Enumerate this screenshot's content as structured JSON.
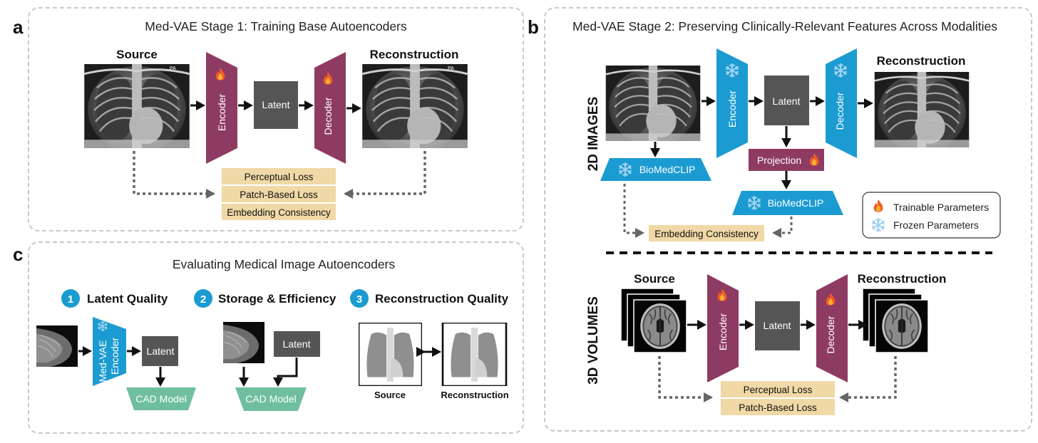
{
  "panel_a": {
    "label": "a",
    "title": "Med-VAE Stage 1: Training Base Autoencoders",
    "source": "Source",
    "reconstruction": "Reconstruction",
    "encoder": "Encoder",
    "latent": "Latent",
    "decoder": "Decoder",
    "xray_marker": "PA",
    "losses": [
      "Perceptual Loss",
      "Patch-Based Loss",
      "Embedding Consistency"
    ]
  },
  "panel_b": {
    "label": "b",
    "title": "Med-VAE Stage 2: Preserving Clinically-Relevant Features Across Modalities",
    "images_2d": "2D IMAGES",
    "volumes_3d": "3D VOLUMES",
    "encoder": "Encoder",
    "latent": "Latent",
    "decoder": "Decoder",
    "reconstruction": "Reconstruction",
    "projection": "Projection",
    "biomedclip": "BioMedCLIP",
    "embedding_consistency": "Embedding Consistency",
    "source": "Source",
    "losses_3d": [
      "Perceptual Loss",
      "Patch-Based Loss"
    ],
    "legend": {
      "trainable": "Trainable Parameters",
      "frozen": "Frozen Parameters"
    }
  },
  "panel_c": {
    "label": "c",
    "title": "Evaluating Medical Image Autoencoders",
    "sections": [
      {
        "num": "1",
        "title": "Latent Quality"
      },
      {
        "num": "2",
        "title": "Storage & Efficiency"
      },
      {
        "num": "3",
        "title": "Reconstruction Quality"
      }
    ],
    "medvae": "Med-VAE",
    "encoder": "Encoder",
    "latent": "Latent",
    "cad_model": "CAD Model",
    "source": "Source",
    "reconstruction": "Reconstruction"
  },
  "icons": {
    "trainable": "flame-icon",
    "frozen": "snowflake-icon"
  },
  "colors": {
    "encoder_trainable": "#8e3b63",
    "encoder_frozen": "#1b9bd1",
    "latent": "#555555",
    "loss_box": "#f0d9a6",
    "cad_model": "#6fbf9f",
    "projection": "#8e3b63",
    "dashed_border": "#c8c8c8"
  }
}
